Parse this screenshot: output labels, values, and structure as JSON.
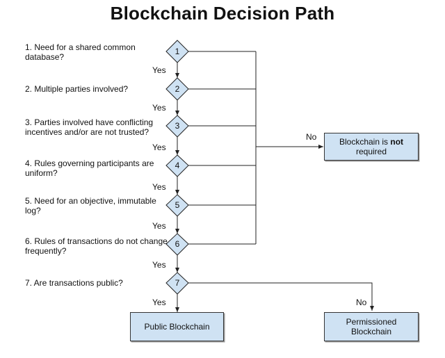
{
  "title": "Blockchain Decision Path",
  "questions": [
    {
      "num": "1",
      "text": "1. Need for a shared common database?"
    },
    {
      "num": "2",
      "text": "2. Multiple parties involved?"
    },
    {
      "num": "3",
      "text": "3. Parties involved have conflicting incentives and/or are not trusted?"
    },
    {
      "num": "4",
      "text": "4. Rules governing participants are uniform?"
    },
    {
      "num": "5",
      "text": "5. Need for an objective, immutable log?"
    },
    {
      "num": "6",
      "text": "6. Rules of transactions do not change frequently?"
    },
    {
      "num": "7",
      "text": "7. Are transactions public?"
    }
  ],
  "yes_label": "Yes",
  "no_label": "No",
  "outcomes": {
    "not_required": {
      "prefix": "Blockchain is ",
      "emphasis": "not",
      "suffix": " required"
    },
    "public": "Public Blockchain",
    "permissioned": "Permissioned Blockchain"
  },
  "colors": {
    "diamond_fill": "#cfe2f3",
    "box_fill": "#cfe2f3",
    "line": "#222222"
  }
}
